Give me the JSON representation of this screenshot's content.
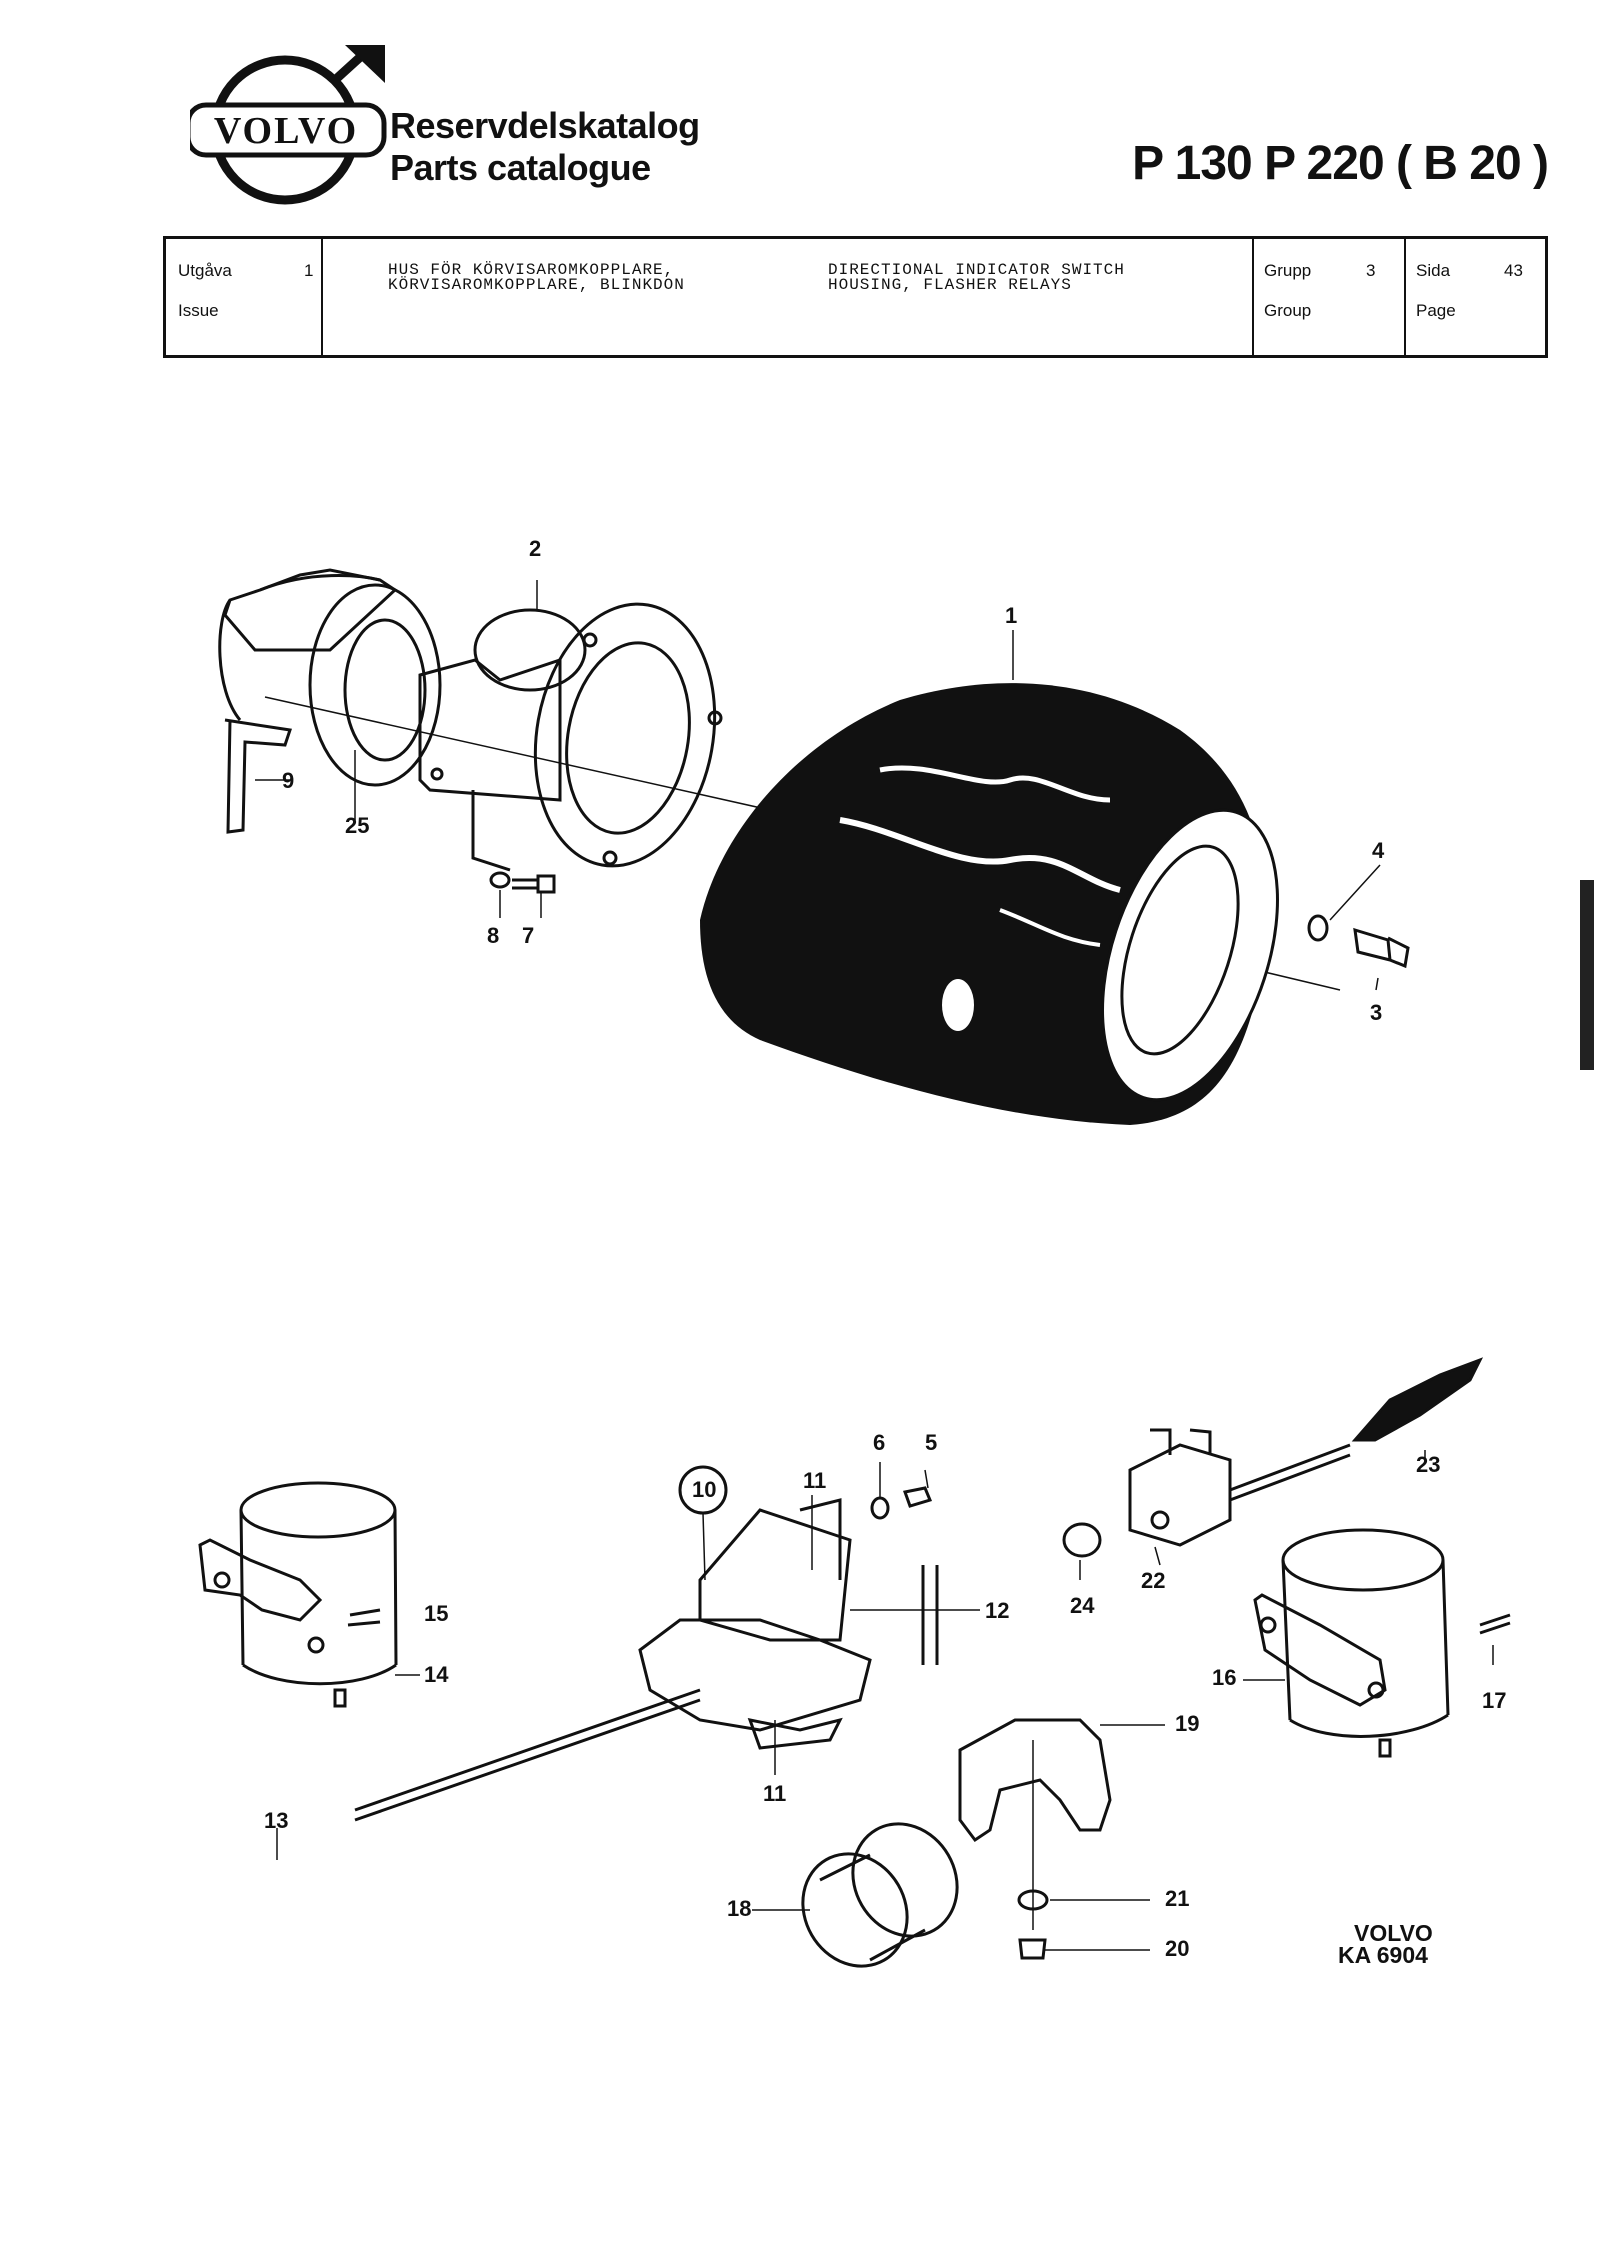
{
  "header": {
    "brand": "VOLVO",
    "title_sv": "Reservdelskatalog",
    "title_en": "Parts catalogue",
    "models": "P 130   P 220 ( B 20 )"
  },
  "info_box": {
    "issue_label_sv": "Utgåva",
    "issue_label_en": "Issue",
    "issue_value": "1",
    "desc_sv_1": "HUS FÖR KÖRVISAROMKOPPLARE,",
    "desc_sv_2": "KÖRVISAROMKOPPLARE, BLINKDON",
    "desc_en_1": "DIRECTIONAL INDICATOR SWITCH",
    "desc_en_2": "HOUSING, FLASHER RELAYS",
    "group_label_sv": "Grupp",
    "group_label_en": "Group",
    "group_value": "3",
    "page_label_sv": "Sida",
    "page_label_en": "Page",
    "page_value": "43"
  },
  "callouts": [
    "1",
    "2",
    "3",
    "4",
    "5",
    "6",
    "7",
    "8",
    "9",
    "10",
    "11",
    "11",
    "12",
    "13",
    "14",
    "15",
    "16",
    "17",
    "18",
    "19",
    "20",
    "21",
    "22",
    "23",
    "24",
    "25"
  ],
  "drawing_ref": {
    "brand": "VOLVO",
    "code": "KA 6904"
  }
}
